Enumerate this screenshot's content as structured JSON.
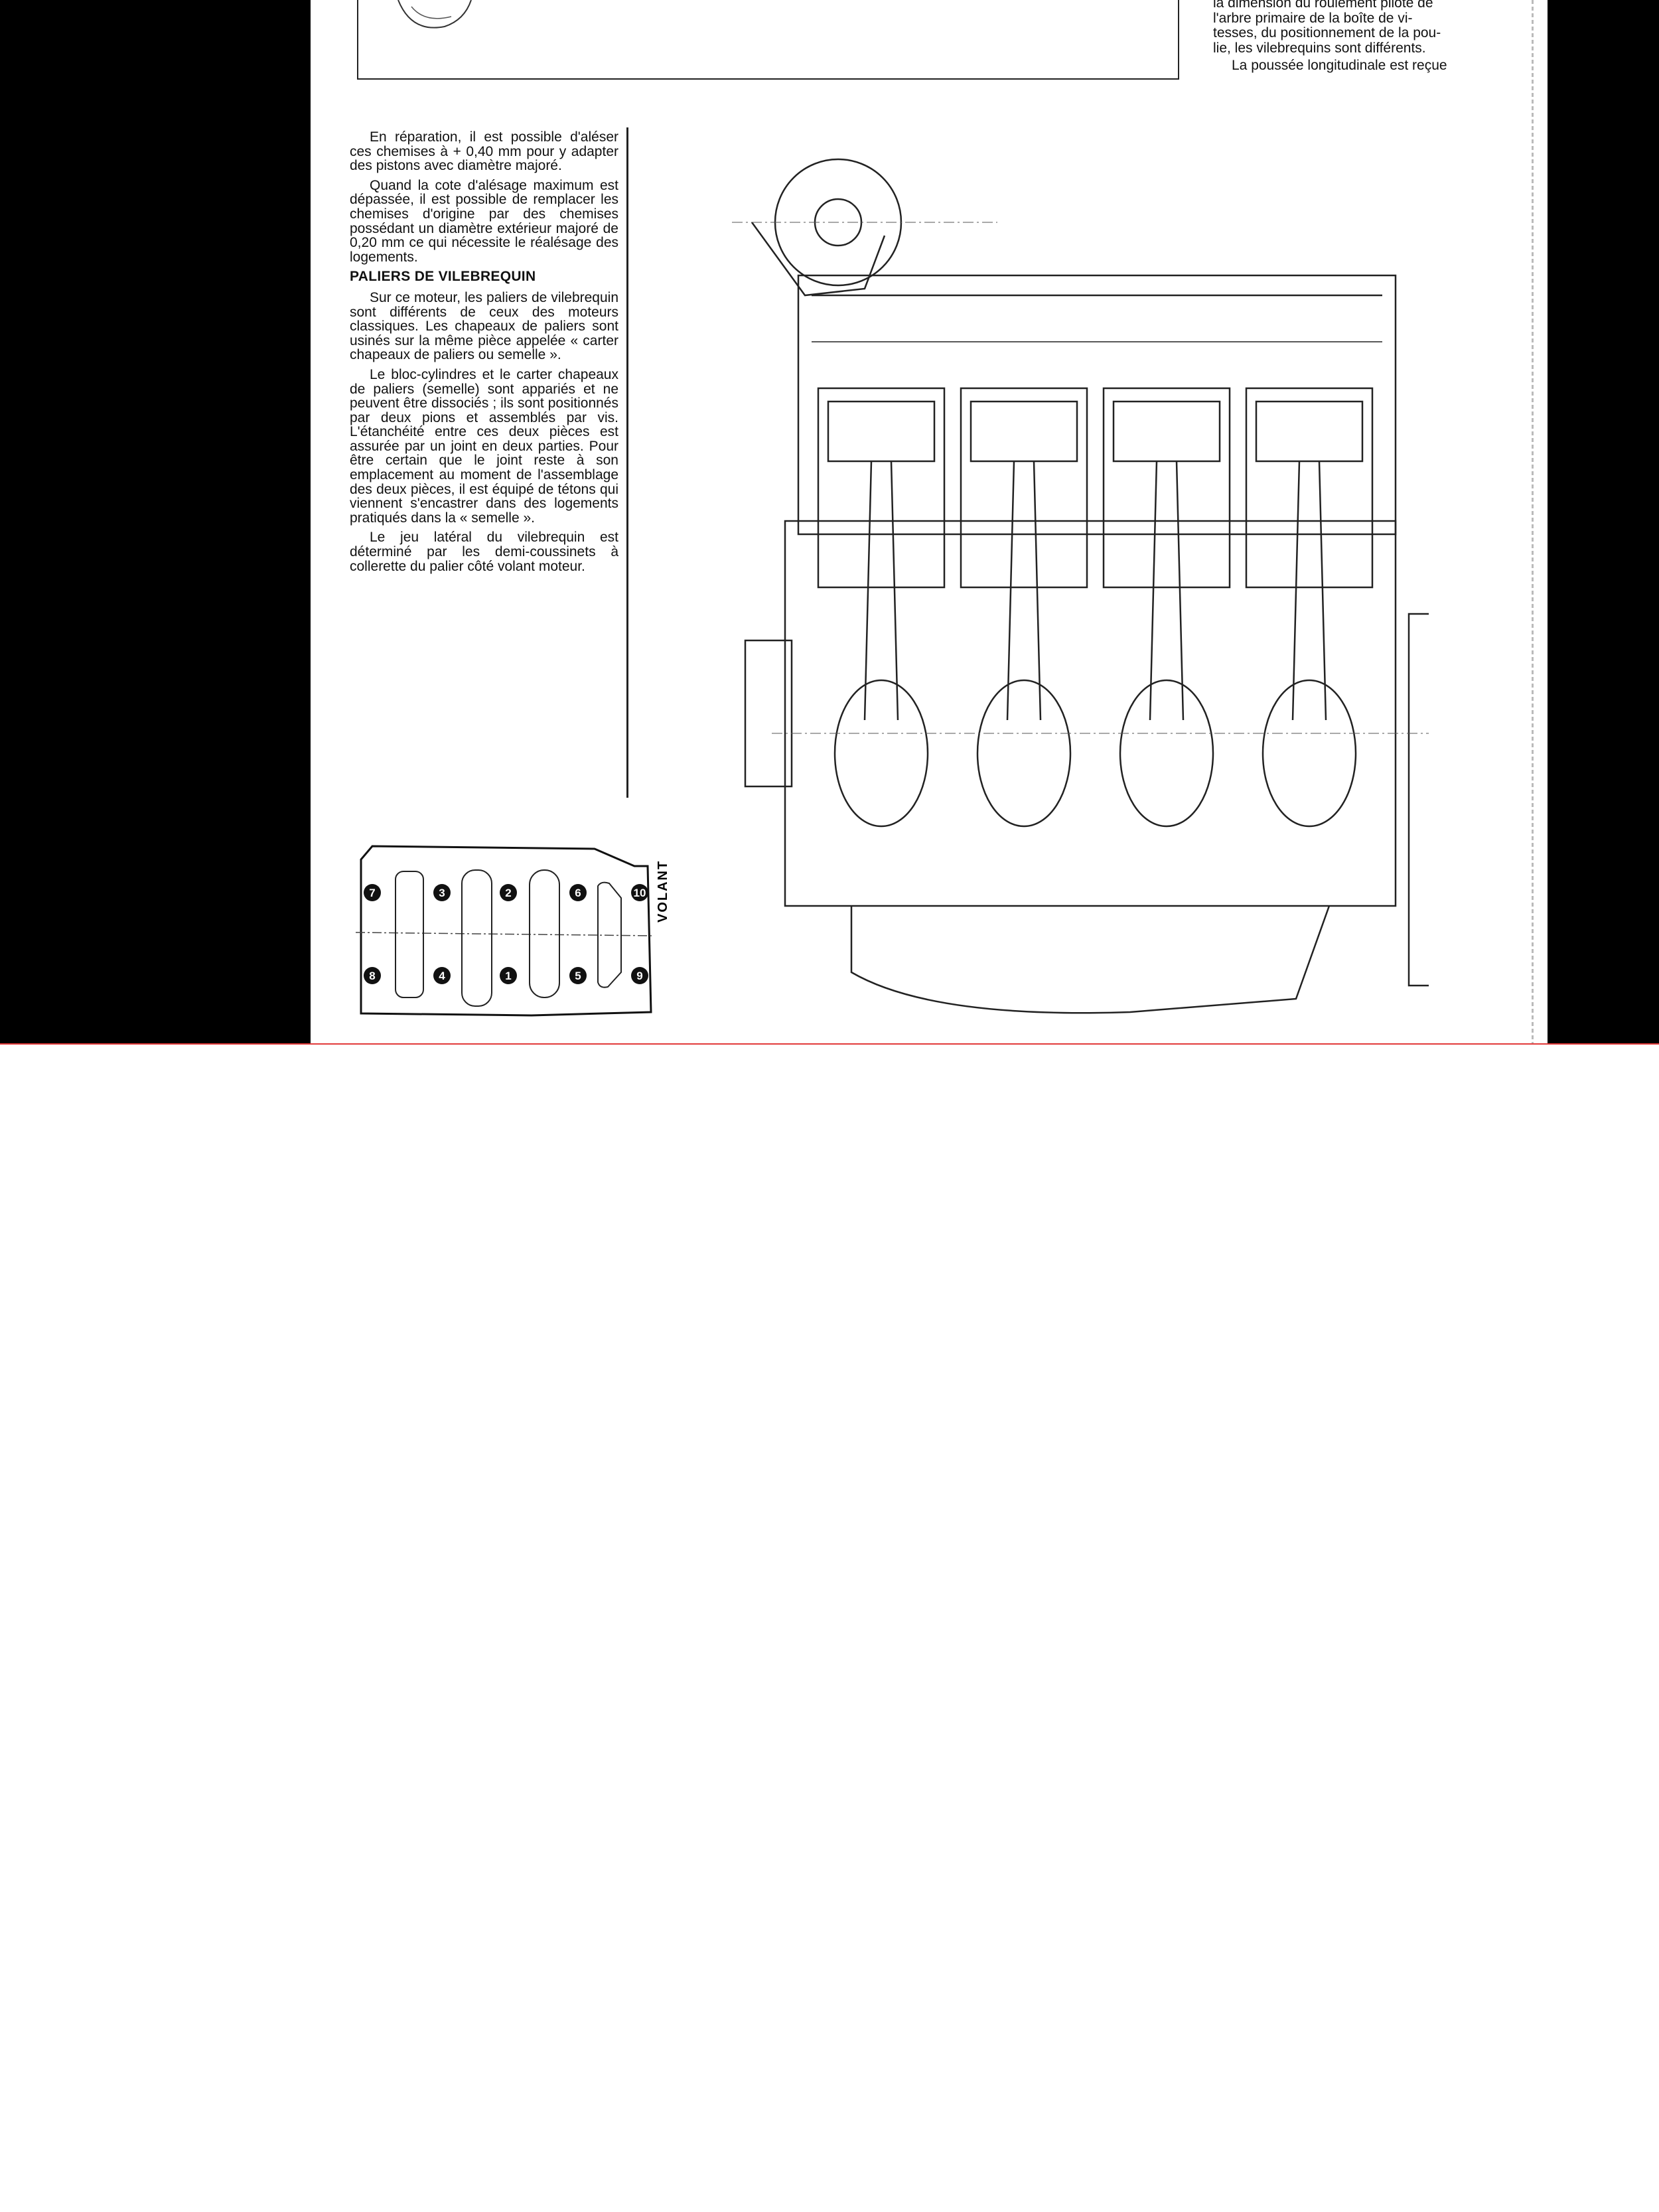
{
  "right_column": {
    "lines": [
      "la dimension du roulement pilote de",
      "l'arbre primaire de la boîte de vi-",
      "tesses, du positionnement de la pou-",
      "lie, les vilebrequins sont différents."
    ],
    "next_paragraph": "La poussée longitudinale est reçue"
  },
  "left_column": {
    "p1": "En réparation, il est possible d'aléser ces chemises à + 0,40 mm pour y adapter des pistons avec diamètre majoré.",
    "p2": "Quand la cote d'alésage maximum est dépassée, il est possible de remplacer les chemises d'origine par des chemises possédant un diamètre extérieur majoré de 0,20 mm ce qui nécessite le réalésage des logements.",
    "heading": "PALIERS DE VILEBREQUIN",
    "p3": "Sur ce moteur, les paliers de vilebrequin sont différents de ceux des moteurs classiques. Les chapeaux de paliers sont usinés sur la même pièce appelée « carter chapeaux de paliers ou semelle ».",
    "p4": "Le bloc-cylindres et le carter chapeaux de paliers (semelle) sont appariés et ne peuvent être dissociés ; ils sont positionnés par deux pions et assemblés par vis. L'étanchéité entre ces deux pièces est assurée par un joint en deux parties. Pour être certain que le joint reste à son emplacement au moment de l'assemblage des deux pièces, il est équipé de tétons qui viennent s'encastrer dans des logements pratiqués dans la « semelle ».",
    "p5": "Le jeu latéral du vilebrequin est déterminé par les demi-coussinets à collerette du palier côté volant moteur."
  },
  "tightening_diagram": {
    "label": "VOLANT",
    "top_numbers": [
      "7",
      "3",
      "2",
      "6",
      "10"
    ],
    "bottom_numbers": [
      "8",
      "4",
      "1",
      "5",
      "9"
    ]
  }
}
